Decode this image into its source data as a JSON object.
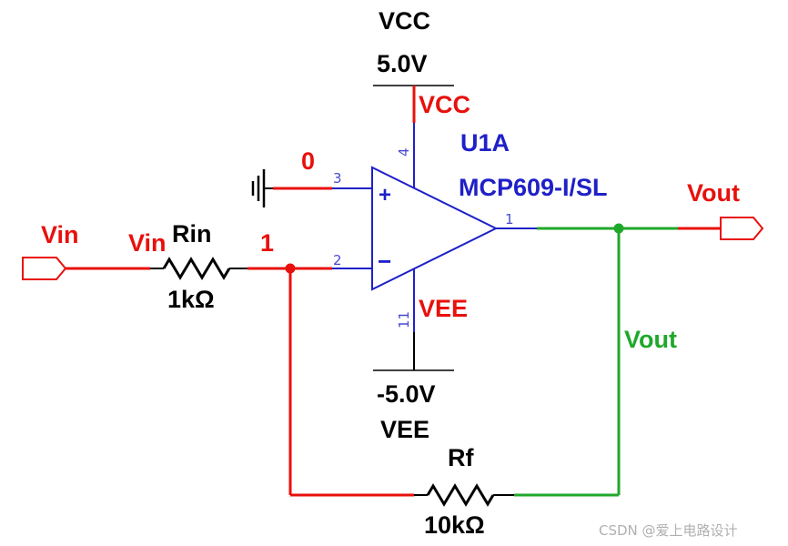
{
  "colors": {
    "red": "#e8100c",
    "green": "#1fa82a",
    "blue": "#1f20c8",
    "black": "#000000"
  },
  "supply_top": {
    "net_name": "VCC",
    "voltage": "5.0V",
    "rail_label": "VCC"
  },
  "supply_bottom": {
    "net_name": "VEE",
    "voltage": "-5.0V",
    "rail_label": "VEE"
  },
  "opamp": {
    "ref": "U1A",
    "part": "MCP609-I/SL",
    "pins": {
      "noninv": "3",
      "inv": "2",
      "output": "1",
      "vplus": "4",
      "vminus": "11"
    },
    "plus_sign": "+",
    "minus_sign": "−"
  },
  "input": {
    "port_label": "Vin",
    "net_label": "Vin"
  },
  "rin": {
    "name": "Rin",
    "value": "1kΩ"
  },
  "rf": {
    "name": "Rf",
    "value": "10kΩ"
  },
  "nodes": {
    "ground_net": "0",
    "inv_net": "1"
  },
  "output": {
    "port_label": "Vout",
    "net_label": "Vout"
  },
  "watermark": "CSDN @爱上电路设计"
}
